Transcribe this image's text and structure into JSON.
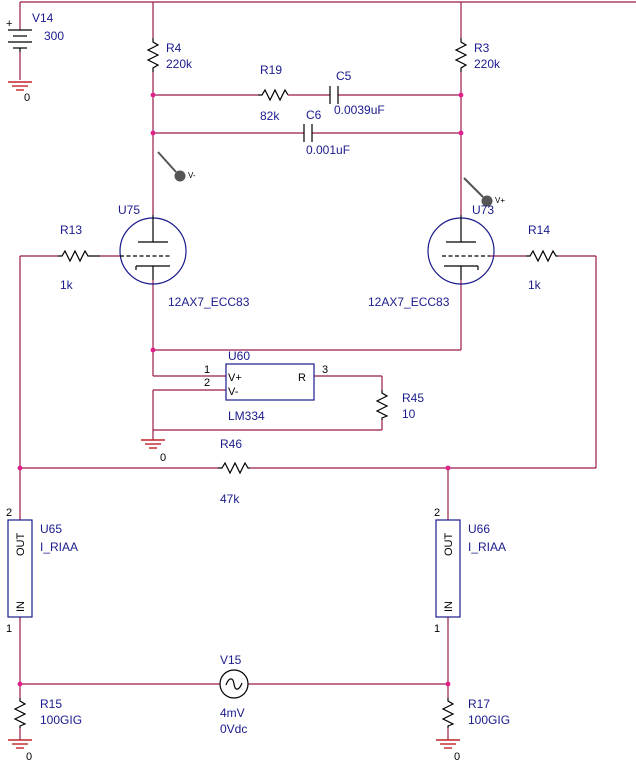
{
  "colors": {
    "wire": "#9a1a4a",
    "label": "#1a1a8c",
    "junction": "#e0208a",
    "ground": "#c0242a",
    "probe": "#555555"
  },
  "v14": {
    "ref": "V14",
    "value": "300",
    "gnd": "0"
  },
  "r4": {
    "ref": "R4",
    "value": "220k"
  },
  "r3": {
    "ref": "R3",
    "value": "220k"
  },
  "r19": {
    "ref": "R19",
    "value": "82k"
  },
  "c5": {
    "ref": "C5",
    "value": "0.0039uF"
  },
  "c6": {
    "ref": "C6",
    "value": "0.001uF"
  },
  "probe_left": {
    "label": "V-"
  },
  "probe_right": {
    "label": "V+"
  },
  "u75": {
    "ref": "U75",
    "model": "12AX7_ECC83"
  },
  "u73": {
    "ref": "U73",
    "model": "12AX7_ECC83"
  },
  "r13": {
    "ref": "R13",
    "value": "1k"
  },
  "r14": {
    "ref": "R14",
    "value": "1k"
  },
  "u60": {
    "ref": "U60",
    "model": "LM334",
    "pin_vplus": "V+",
    "pin_vminus": "V-",
    "pin_r": "R",
    "pin1": "1",
    "pin2": "2",
    "pin3": "3"
  },
  "r45": {
    "ref": "R45",
    "value": "10"
  },
  "gnd_u60": "0",
  "r46": {
    "ref": "R46",
    "value": "47k"
  },
  "u65": {
    "ref": "U65",
    "model": "I_RIAA",
    "out": "OUT",
    "in": "IN",
    "pin_top": "2",
    "pin_bottom": "1"
  },
  "u66": {
    "ref": "U66",
    "model": "I_RIAA",
    "out": "OUT",
    "in": "IN",
    "pin_top": "2",
    "pin_bottom": "1"
  },
  "v15": {
    "ref": "V15",
    "value1": "4mV",
    "value2": "0Vdc"
  },
  "r15": {
    "ref": "R15",
    "value": "100GIG",
    "gnd": "0"
  },
  "r17": {
    "ref": "R17",
    "value": "100GIG",
    "gnd": "0"
  }
}
